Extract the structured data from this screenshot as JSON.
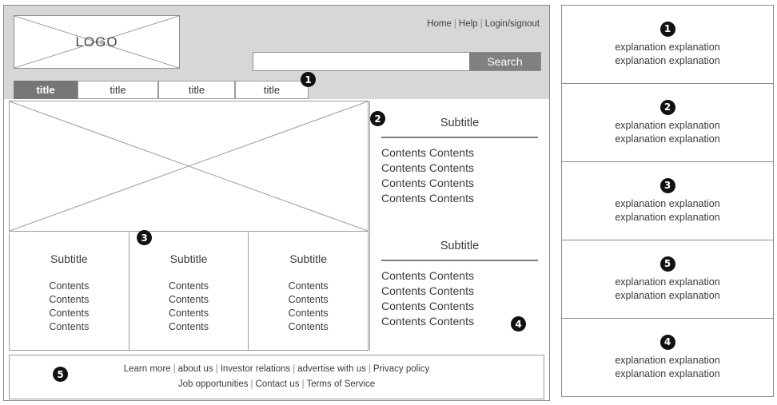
{
  "header": {
    "logo_label": "LOGO",
    "top_links": [
      "Home",
      "Help",
      "Login/signout"
    ],
    "separator": "|",
    "search": {
      "value": "",
      "placeholder": "",
      "button_label": "Search"
    }
  },
  "nav": {
    "tabs": [
      {
        "label": "title",
        "active": true
      },
      {
        "label": "title",
        "active": false
      },
      {
        "label": "title",
        "active": false
      },
      {
        "label": "title",
        "active": false
      }
    ],
    "badge": "1"
  },
  "hero": {
    "placeholder_label": ""
  },
  "columns": [
    {
      "title": "Subtitle",
      "lines": [
        "Contents",
        "Contents",
        "Contents",
        "Contents"
      ]
    },
    {
      "title": "Subtitle",
      "lines": [
        "Contents",
        "Contents",
        "Contents",
        "Contents"
      ],
      "badge": "3"
    },
    {
      "title": "Subtitle",
      "lines": [
        "Contents",
        "Contents",
        "Contents",
        "Contents"
      ]
    }
  ],
  "right_column": {
    "blocks": [
      {
        "title": "Subtitle",
        "badge": "2",
        "lines": [
          "Contents Contents",
          "Contents Contents",
          "Contents Contents",
          "Contents Contents"
        ]
      },
      {
        "title": "Subtitle",
        "badge": "4",
        "lines": [
          "Contents Contents",
          "Contents Contents",
          "Contents Contents",
          "Contents Contents"
        ]
      }
    ]
  },
  "footer": {
    "badge": "5",
    "row1": [
      "Learn more",
      "about us",
      "Investor relations",
      "advertise with us",
      "Privacy policy"
    ],
    "row2": [
      "Job opportunities",
      "Contact us",
      "Terms of Service"
    ],
    "separator": "|"
  },
  "explanation_panel": {
    "boxes": [
      {
        "number": "1",
        "line1": "explanation explanation",
        "line2": "explanation explanation"
      },
      {
        "number": "2",
        "line1": "explanation explanation",
        "line2": "explanation explanation"
      },
      {
        "number": "3",
        "line1": "explanation explanation",
        "line2": "explanation explanation"
      },
      {
        "number": "5",
        "line1": "explanation explanation",
        "line2": "explanation explanation"
      },
      {
        "number": "4",
        "line1": "explanation explanation",
        "line2": "explanation explanation"
      }
    ]
  },
  "colors": {
    "header_bg": "#d7d7d7",
    "active_tab_bg": "#767676",
    "search_button_bg": "#808080",
    "border": "#9a9a9a",
    "badge_bg": "#111111",
    "text": "#3a3a3a"
  }
}
